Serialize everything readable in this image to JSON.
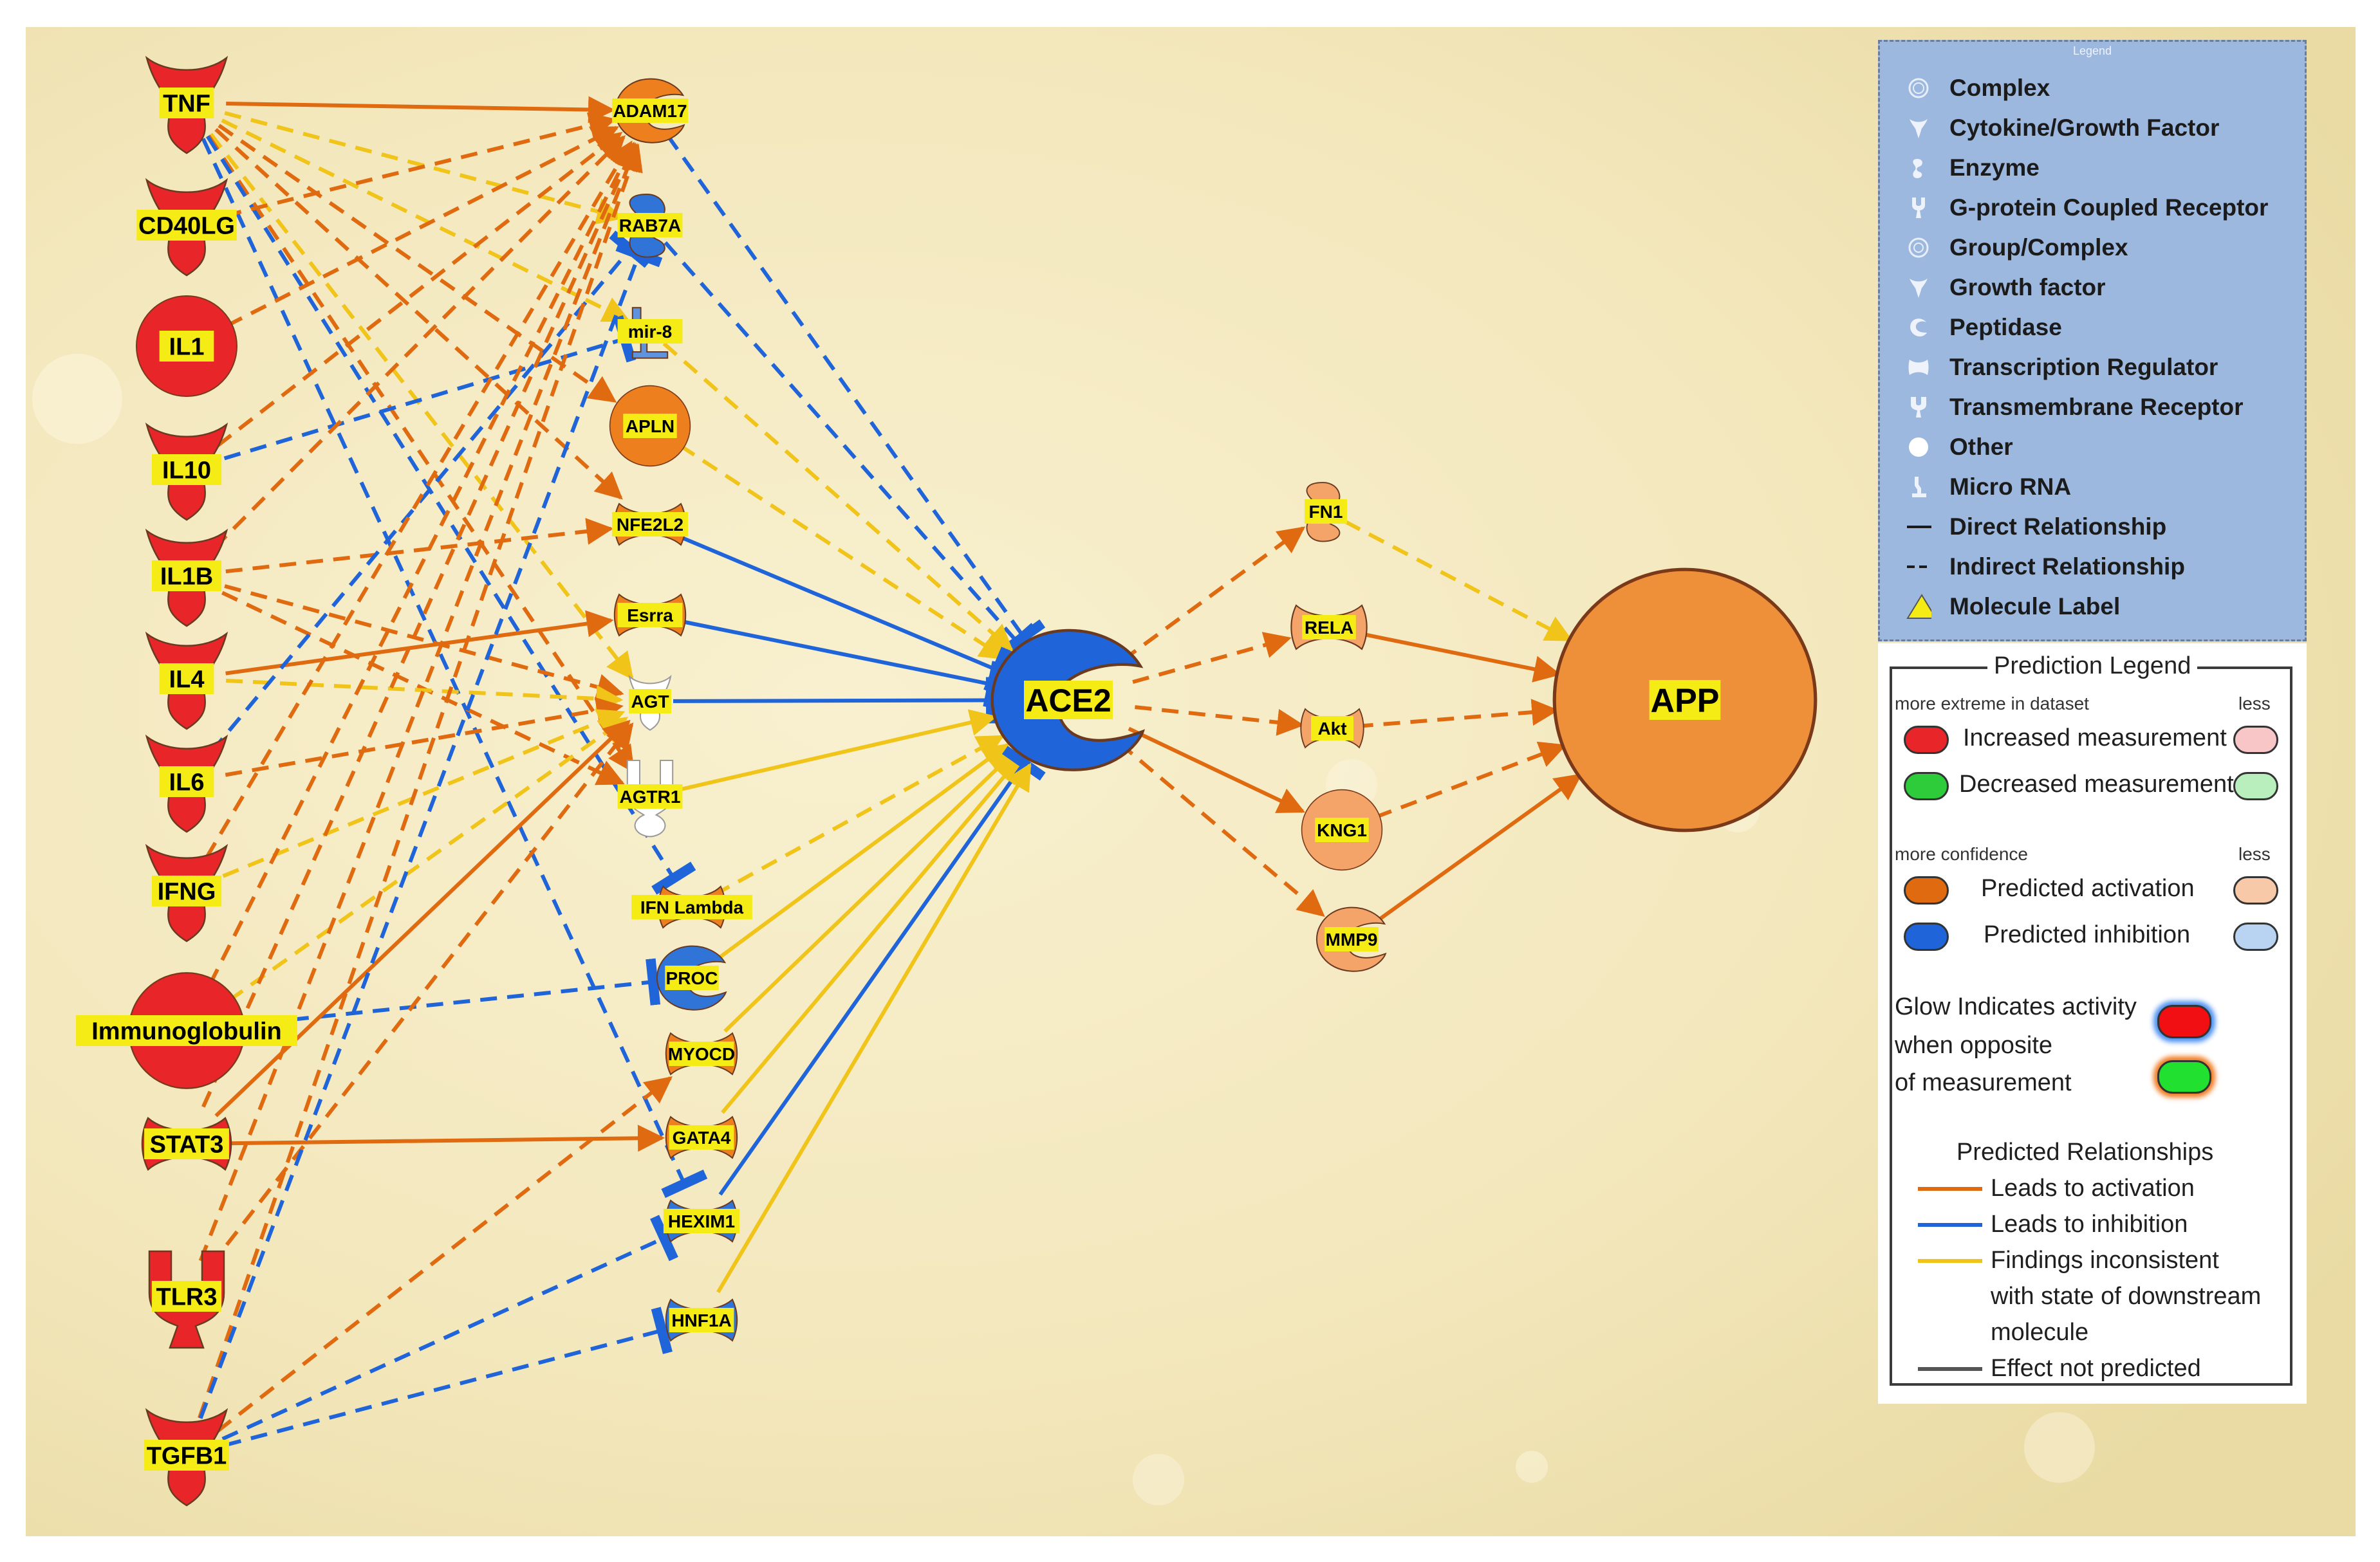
{
  "diagram": {
    "background": "#f6ecc2",
    "edge_colors": {
      "activation": "#e06a10",
      "inhibition": "#1f64d8",
      "inconsistent": "#f0c419",
      "not_predicted": "#555555"
    },
    "nodes": [
      {
        "id": "TNF",
        "label": "TNF",
        "shape": "cytokine",
        "color": "#e8262a"
      },
      {
        "id": "CD40LG",
        "label": "CD40LG",
        "shape": "cytokine",
        "color": "#e8262a"
      },
      {
        "id": "IL1",
        "label": "IL1",
        "shape": "circle",
        "color": "#e8262a"
      },
      {
        "id": "IL10",
        "label": "IL10",
        "shape": "cytokine",
        "color": "#e8262a"
      },
      {
        "id": "IL1B",
        "label": "IL1B",
        "shape": "cytokine",
        "color": "#e8262a"
      },
      {
        "id": "IL4",
        "label": "IL4",
        "shape": "cytokine",
        "color": "#e8262a"
      },
      {
        "id": "IL6",
        "label": "IL6",
        "shape": "cytokine",
        "color": "#e8262a"
      },
      {
        "id": "IFNG",
        "label": "IFNG",
        "shape": "cytokine",
        "color": "#e8262a"
      },
      {
        "id": "Immunoglobulin",
        "label": "Immunoglobulin",
        "shape": "circle",
        "color": "#e8262a"
      },
      {
        "id": "STAT3",
        "label": "STAT3",
        "shape": "tf",
        "color": "#e8262a"
      },
      {
        "id": "TLR3",
        "label": "TLR3",
        "shape": "receptor",
        "color": "#e8262a"
      },
      {
        "id": "TGFB1",
        "label": "TGFB1",
        "shape": "cytokine",
        "color": "#e8262a"
      },
      {
        "id": "ADAM17",
        "label": "ADAM17",
        "shape": "peptidase",
        "color": "#ee7f1e"
      },
      {
        "id": "RAB7A",
        "label": "RAB7A",
        "shape": "enzyme",
        "color": "#2f74d6"
      },
      {
        "id": "mir-8",
        "label": "mir-8",
        "shape": "mirna",
        "color": "#5f93dd"
      },
      {
        "id": "APLN",
        "label": "APLN",
        "shape": "circle",
        "color": "#ee7f1e"
      },
      {
        "id": "NFE2L2",
        "label": "NFE2L2",
        "shape": "tf",
        "color": "#ee7f1e"
      },
      {
        "id": "Esrra",
        "label": "Esrra",
        "shape": "tf",
        "color": "#ee7f1e"
      },
      {
        "id": "AGT",
        "label": "AGT",
        "shape": "growthfactor",
        "color": "#ffffff"
      },
      {
        "id": "AGTR1",
        "label": "AGTR1",
        "shape": "gpcr",
        "color": "#ffffff"
      },
      {
        "id": "IFN Lambda",
        "label": "IFN Lambda",
        "shape": "group",
        "color": "#ee7f1e"
      },
      {
        "id": "PROC",
        "label": "PROC",
        "shape": "peptidase",
        "color": "#2f74d6"
      },
      {
        "id": "MYOCD",
        "label": "MYOCD",
        "shape": "tf",
        "color": "#ee7f1e"
      },
      {
        "id": "GATA4",
        "label": "GATA4",
        "shape": "tf",
        "color": "#ee7f1e"
      },
      {
        "id": "HEXIM1",
        "label": "HEXIM1",
        "shape": "tf",
        "color": "#2f74d6"
      },
      {
        "id": "HNF1A",
        "label": "HNF1A",
        "shape": "tf",
        "color": "#2f74d6"
      },
      {
        "id": "ACE2",
        "label": "ACE2",
        "shape": "peptidase",
        "color": "#1f64d8"
      },
      {
        "id": "FN1",
        "label": "FN1",
        "shape": "enzyme",
        "color": "#f4a468"
      },
      {
        "id": "RELA",
        "label": "RELA",
        "shape": "tf",
        "color": "#f4a468"
      },
      {
        "id": "Akt",
        "label": "Akt",
        "shape": "group",
        "color": "#f4a468"
      },
      {
        "id": "KNG1",
        "label": "KNG1",
        "shape": "circle",
        "color": "#f4a468"
      },
      {
        "id": "MMP9",
        "label": "MMP9",
        "shape": "peptidase",
        "color": "#f4a468"
      },
      {
        "id": "APP",
        "label": "APP",
        "shape": "circle",
        "color": "#ee8f3a"
      }
    ],
    "edges": [
      {
        "from": "TNF",
        "to": "ADAM17",
        "type": "activation",
        "style": "solid"
      },
      {
        "from": "TNF",
        "to": "RAB7A",
        "type": "inconsistent",
        "style": "dashed"
      },
      {
        "from": "TNF",
        "to": "mir-8",
        "type": "inconsistent",
        "style": "dashed"
      },
      {
        "from": "TNF",
        "to": "APLN",
        "type": "activation",
        "style": "dashed"
      },
      {
        "from": "TNF",
        "to": "NFE2L2",
        "type": "activation",
        "style": "dashed"
      },
      {
        "from": "TNF",
        "to": "AGT",
        "type": "inconsistent",
        "style": "dashed"
      },
      {
        "from": "TNF",
        "to": "AGTR1",
        "type": "activation",
        "style": "dashed"
      },
      {
        "from": "TNF",
        "to": "IFN Lambda",
        "type": "inhibition",
        "style": "dashed"
      },
      {
        "from": "TNF",
        "to": "HEXIM1",
        "type": "inhibition",
        "style": "dashed"
      },
      {
        "from": "CD40LG",
        "to": "ADAM17",
        "type": "activation",
        "style": "dashed"
      },
      {
        "from": "IL1",
        "to": "ADAM17",
        "type": "activation",
        "style": "dashed"
      },
      {
        "from": "IL10",
        "to": "mir-8",
        "type": "inhibition",
        "style": "dashed"
      },
      {
        "from": "IL10",
        "to": "ADAM17",
        "type": "activation",
        "style": "dashed"
      },
      {
        "from": "IL1B",
        "to": "ADAM17",
        "type": "activation",
        "style": "dashed"
      },
      {
        "from": "IL1B",
        "to": "NFE2L2",
        "type": "activation",
        "style": "dashed"
      },
      {
        "from": "IL1B",
        "to": "AGT",
        "type": "activation",
        "style": "dashed"
      },
      {
        "from": "IL1B",
        "to": "AGTR1",
        "type": "activation",
        "style": "dashed"
      },
      {
        "from": "IL4",
        "to": "Esrra",
        "type": "activation",
        "style": "solid"
      },
      {
        "from": "IL4",
        "to": "AGT",
        "type": "inconsistent",
        "style": "dashed"
      },
      {
        "from": "IL6",
        "to": "AGT",
        "type": "activation",
        "style": "dashed"
      },
      {
        "from": "IL6",
        "to": "RAB7A",
        "type": "inhibition",
        "style": "dashed"
      },
      {
        "from": "IFNG",
        "to": "AGT",
        "type": "inconsistent",
        "style": "dashed"
      },
      {
        "from": "IFNG",
        "to": "ADAM17",
        "type": "activation",
        "style": "dashed"
      },
      {
        "from": "Immunoglobulin",
        "to": "PROC",
        "type": "inhibition",
        "style": "dashed"
      },
      {
        "from": "Immunoglobulin",
        "to": "ADAM17",
        "type": "activation",
        "style": "dashed"
      },
      {
        "from": "Immunoglobulin",
        "to": "AGT",
        "type": "inconsistent",
        "style": "dashed"
      },
      {
        "from": "STAT3",
        "to": "GATA4",
        "type": "activation",
        "style": "solid"
      },
      {
        "from": "STAT3",
        "to": "AGT",
        "type": "activation",
        "style": "solid"
      },
      {
        "from": "STAT3",
        "to": "ADAM17",
        "type": "activation",
        "style": "dashed"
      },
      {
        "from": "TLR3",
        "to": "ADAM17",
        "type": "activation",
        "style": "dashed"
      },
      {
        "from": "TLR3",
        "to": "AGT",
        "type": "activation",
        "style": "dashed"
      },
      {
        "from": "TGFB1",
        "to": "ADAM17",
        "type": "activation",
        "style": "dashed"
      },
      {
        "from": "TGFB1",
        "to": "MYOCD",
        "type": "activation",
        "style": "dashed"
      },
      {
        "from": "TGFB1",
        "to": "HEXIM1",
        "type": "inhibition",
        "style": "dashed"
      },
      {
        "from": "TGFB1",
        "to": "HNF1A",
        "type": "inhibition",
        "style": "dashed"
      },
      {
        "from": "TGFB1",
        "to": "RAB7A",
        "type": "inhibition",
        "style": "dashed"
      },
      {
        "from": "ADAM17",
        "to": "ACE2",
        "type": "inhibition",
        "style": "dashed"
      },
      {
        "from": "RAB7A",
        "to": "ACE2",
        "type": "inhibition",
        "style": "dashed"
      },
      {
        "from": "mir-8",
        "to": "ACE2",
        "type": "inconsistent",
        "style": "dashed"
      },
      {
        "from": "APLN",
        "to": "ACE2",
        "type": "inconsistent",
        "style": "dashed"
      },
      {
        "from": "NFE2L2",
        "to": "ACE2",
        "type": "inhibition",
        "style": "solid"
      },
      {
        "from": "Esrra",
        "to": "ACE2",
        "type": "inhibition",
        "style": "solid"
      },
      {
        "from": "AGT",
        "to": "ACE2",
        "type": "inhibition",
        "style": "solid"
      },
      {
        "from": "AGTR1",
        "to": "ACE2",
        "type": "inconsistent",
        "style": "solid"
      },
      {
        "from": "IFN Lambda",
        "to": "ACE2",
        "type": "inconsistent",
        "style": "dashed"
      },
      {
        "from": "PROC",
        "to": "ACE2",
        "type": "inconsistent",
        "style": "solid"
      },
      {
        "from": "MYOCD",
        "to": "ACE2",
        "type": "inconsistent",
        "style": "solid"
      },
      {
        "from": "GATA4",
        "to": "ACE2",
        "type": "inconsistent",
        "style": "solid"
      },
      {
        "from": "HEXIM1",
        "to": "ACE2",
        "type": "inhibition",
        "style": "solid"
      },
      {
        "from": "HNF1A",
        "to": "ACE2",
        "type": "inconsistent",
        "style": "solid"
      },
      {
        "from": "ACE2",
        "to": "FN1",
        "type": "activation",
        "style": "dashed"
      },
      {
        "from": "ACE2",
        "to": "RELA",
        "type": "activation",
        "style": "dashed"
      },
      {
        "from": "ACE2",
        "to": "Akt",
        "type": "activation",
        "style": "dashed"
      },
      {
        "from": "ACE2",
        "to": "KNG1",
        "type": "activation",
        "style": "solid"
      },
      {
        "from": "ACE2",
        "to": "MMP9",
        "type": "activation",
        "style": "dashed"
      },
      {
        "from": "FN1",
        "to": "APP",
        "type": "inconsistent",
        "style": "dashed"
      },
      {
        "from": "RELA",
        "to": "APP",
        "type": "activation",
        "style": "solid"
      },
      {
        "from": "Akt",
        "to": "APP",
        "type": "activation",
        "style": "dashed"
      },
      {
        "from": "KNG1",
        "to": "APP",
        "type": "activation",
        "style": "dashed"
      },
      {
        "from": "MMP9",
        "to": "APP",
        "type": "activation",
        "style": "solid"
      }
    ]
  },
  "legend": {
    "caption": "Legend",
    "items": [
      {
        "icon": "complex-icon",
        "label": "Complex"
      },
      {
        "icon": "cytokine-icon",
        "label": "Cytokine/Growth Factor"
      },
      {
        "icon": "enzyme-icon",
        "label": "Enzyme"
      },
      {
        "icon": "gpcr-icon",
        "label": "G-protein Coupled Receptor"
      },
      {
        "icon": "group-complex-icon",
        "label": "Group/Complex"
      },
      {
        "icon": "growth-factor-icon",
        "label": "Growth factor"
      },
      {
        "icon": "peptidase-icon",
        "label": "Peptidase"
      },
      {
        "icon": "transcription-regulator-icon",
        "label": "Transcription Regulator"
      },
      {
        "icon": "transmembrane-receptor-icon",
        "label": "Transmembrane Receptor"
      },
      {
        "icon": "other-icon",
        "label": "Other"
      },
      {
        "icon": "micro-rna-icon",
        "label": "Micro RNA"
      },
      {
        "icon": "direct-line-icon",
        "label": "Direct Relationship"
      },
      {
        "icon": "indirect-line-icon",
        "label": "Indirect Relationship"
      },
      {
        "icon": "molecule-label-icon",
        "label": "Molecule Label"
      }
    ]
  },
  "prediction_legend": {
    "title": "Prediction Legend",
    "extreme_header": "more extreme in dataset",
    "less": "less",
    "increased": "Increased measurement",
    "decreased": "Decreased measurement",
    "confidence_header": "more confidence",
    "activation": "Predicted activation",
    "inhibition": "Predicted inhibition",
    "glow_1": "Glow Indicates activity",
    "glow_2": "when opposite",
    "glow_3": "of measurement",
    "relationships_title": "Predicted Relationships",
    "rel_activation": "Leads to activation",
    "rel_inhibition": "Leads to inhibition",
    "rel_inconsistent_1": "Findings inconsistent",
    "rel_inconsistent_2": "with state of downstream",
    "rel_inconsistent_3": "molecule",
    "rel_not_predicted": "Effect not predicted"
  }
}
